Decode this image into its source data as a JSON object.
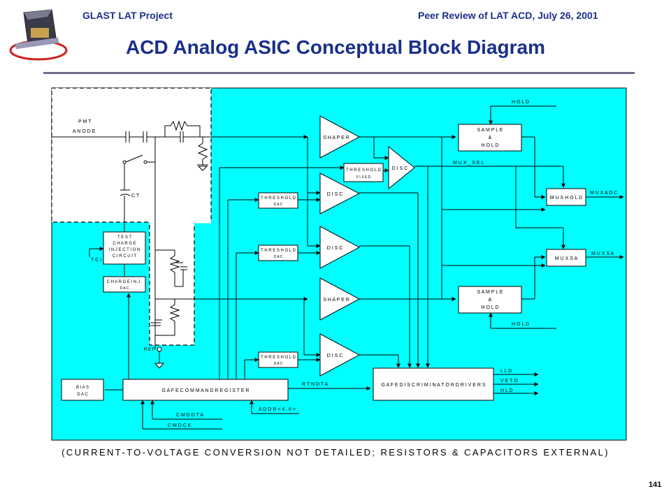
{
  "header": {
    "left": "GLAST LAT Project",
    "right": "Peer Review of LAT ACD, July 26, 2001"
  },
  "title": "ACD Analog ASIC Conceptual Block Diagram",
  "diagram": {
    "inputs": {
      "pmt_anode_line1": "P M T",
      "pmt_anode_line2": "A N O D E",
      "ct": "C T",
      "tci": "T C I",
      "ref": "R E F",
      "cmd_dta": "C M D  D T A",
      "cmd_ck": "C M D  C K",
      "addr": "A D D R < 4 . 0 >"
    },
    "blocks": {
      "shaper_top": "S H A P E R",
      "disc_fast": "D I S C",
      "threshold_fixed_line1": "T H R E S H O L D",
      "threshold_fixed_line2": "F I X E D",
      "disc_1": "D I S C",
      "disc_2": "D I S C",
      "shaper_bottom": "S H A P E R",
      "disc_3": "D I S C",
      "threshold_dac_line1": "T H R E S H O L D",
      "threshold_dac_line2": "D A C",
      "sample_hold_top_line1": "S A M P L E",
      "sample_hold_top_line2": "&",
      "sample_hold_top_line3": "H O L D",
      "sample_hold_bottom_line1": "S A M P L E",
      "sample_hold_bottom_line2": "&",
      "sample_hold_bottom_line3": "H O L D",
      "mux_hold": "M U X  H O L D",
      "mux_sa": "M U X  S A",
      "test_charge_line1": "T E S T",
      "test_charge_line2": "C H A R G E",
      "test_charge_line3": "I N J E C T I O N",
      "test_charge_line4": "C I R C U I T",
      "charge_inj_dac_line1": "C H A R G E  I N J .",
      "charge_inj_dac_line2": "D A C",
      "bias_dac_line1": "B I A S",
      "bias_dac_line2": "D A C",
      "gafe_command_register": "G A F E  C O M M A N D  R E G I S T E R",
      "gafe_discriminator_drivers": "G A F E  D I S C R I M I N A T O R  D R I V E R S"
    },
    "signals": {
      "hold_top": "H O L D",
      "hold_bottom": "H O L D",
      "mux_sel": "M U X _ S E L",
      "muxadc": "M U X A D C",
      "muxsa": "M U X S A",
      "lld": "L L D",
      "veto": "V E T O",
      "hld": "H L D",
      "rtn_dta": "R T N  D T A"
    },
    "colors": {
      "background": "#00FFFF",
      "block_fill": "#FFFFFF",
      "line": "#000000"
    }
  },
  "footnote": "(CURRENT-TO-VOLTAGE CONVERSION NOT DETAILED; RESISTORS & CAPACITORS EXTERNAL)",
  "page_number": "141"
}
